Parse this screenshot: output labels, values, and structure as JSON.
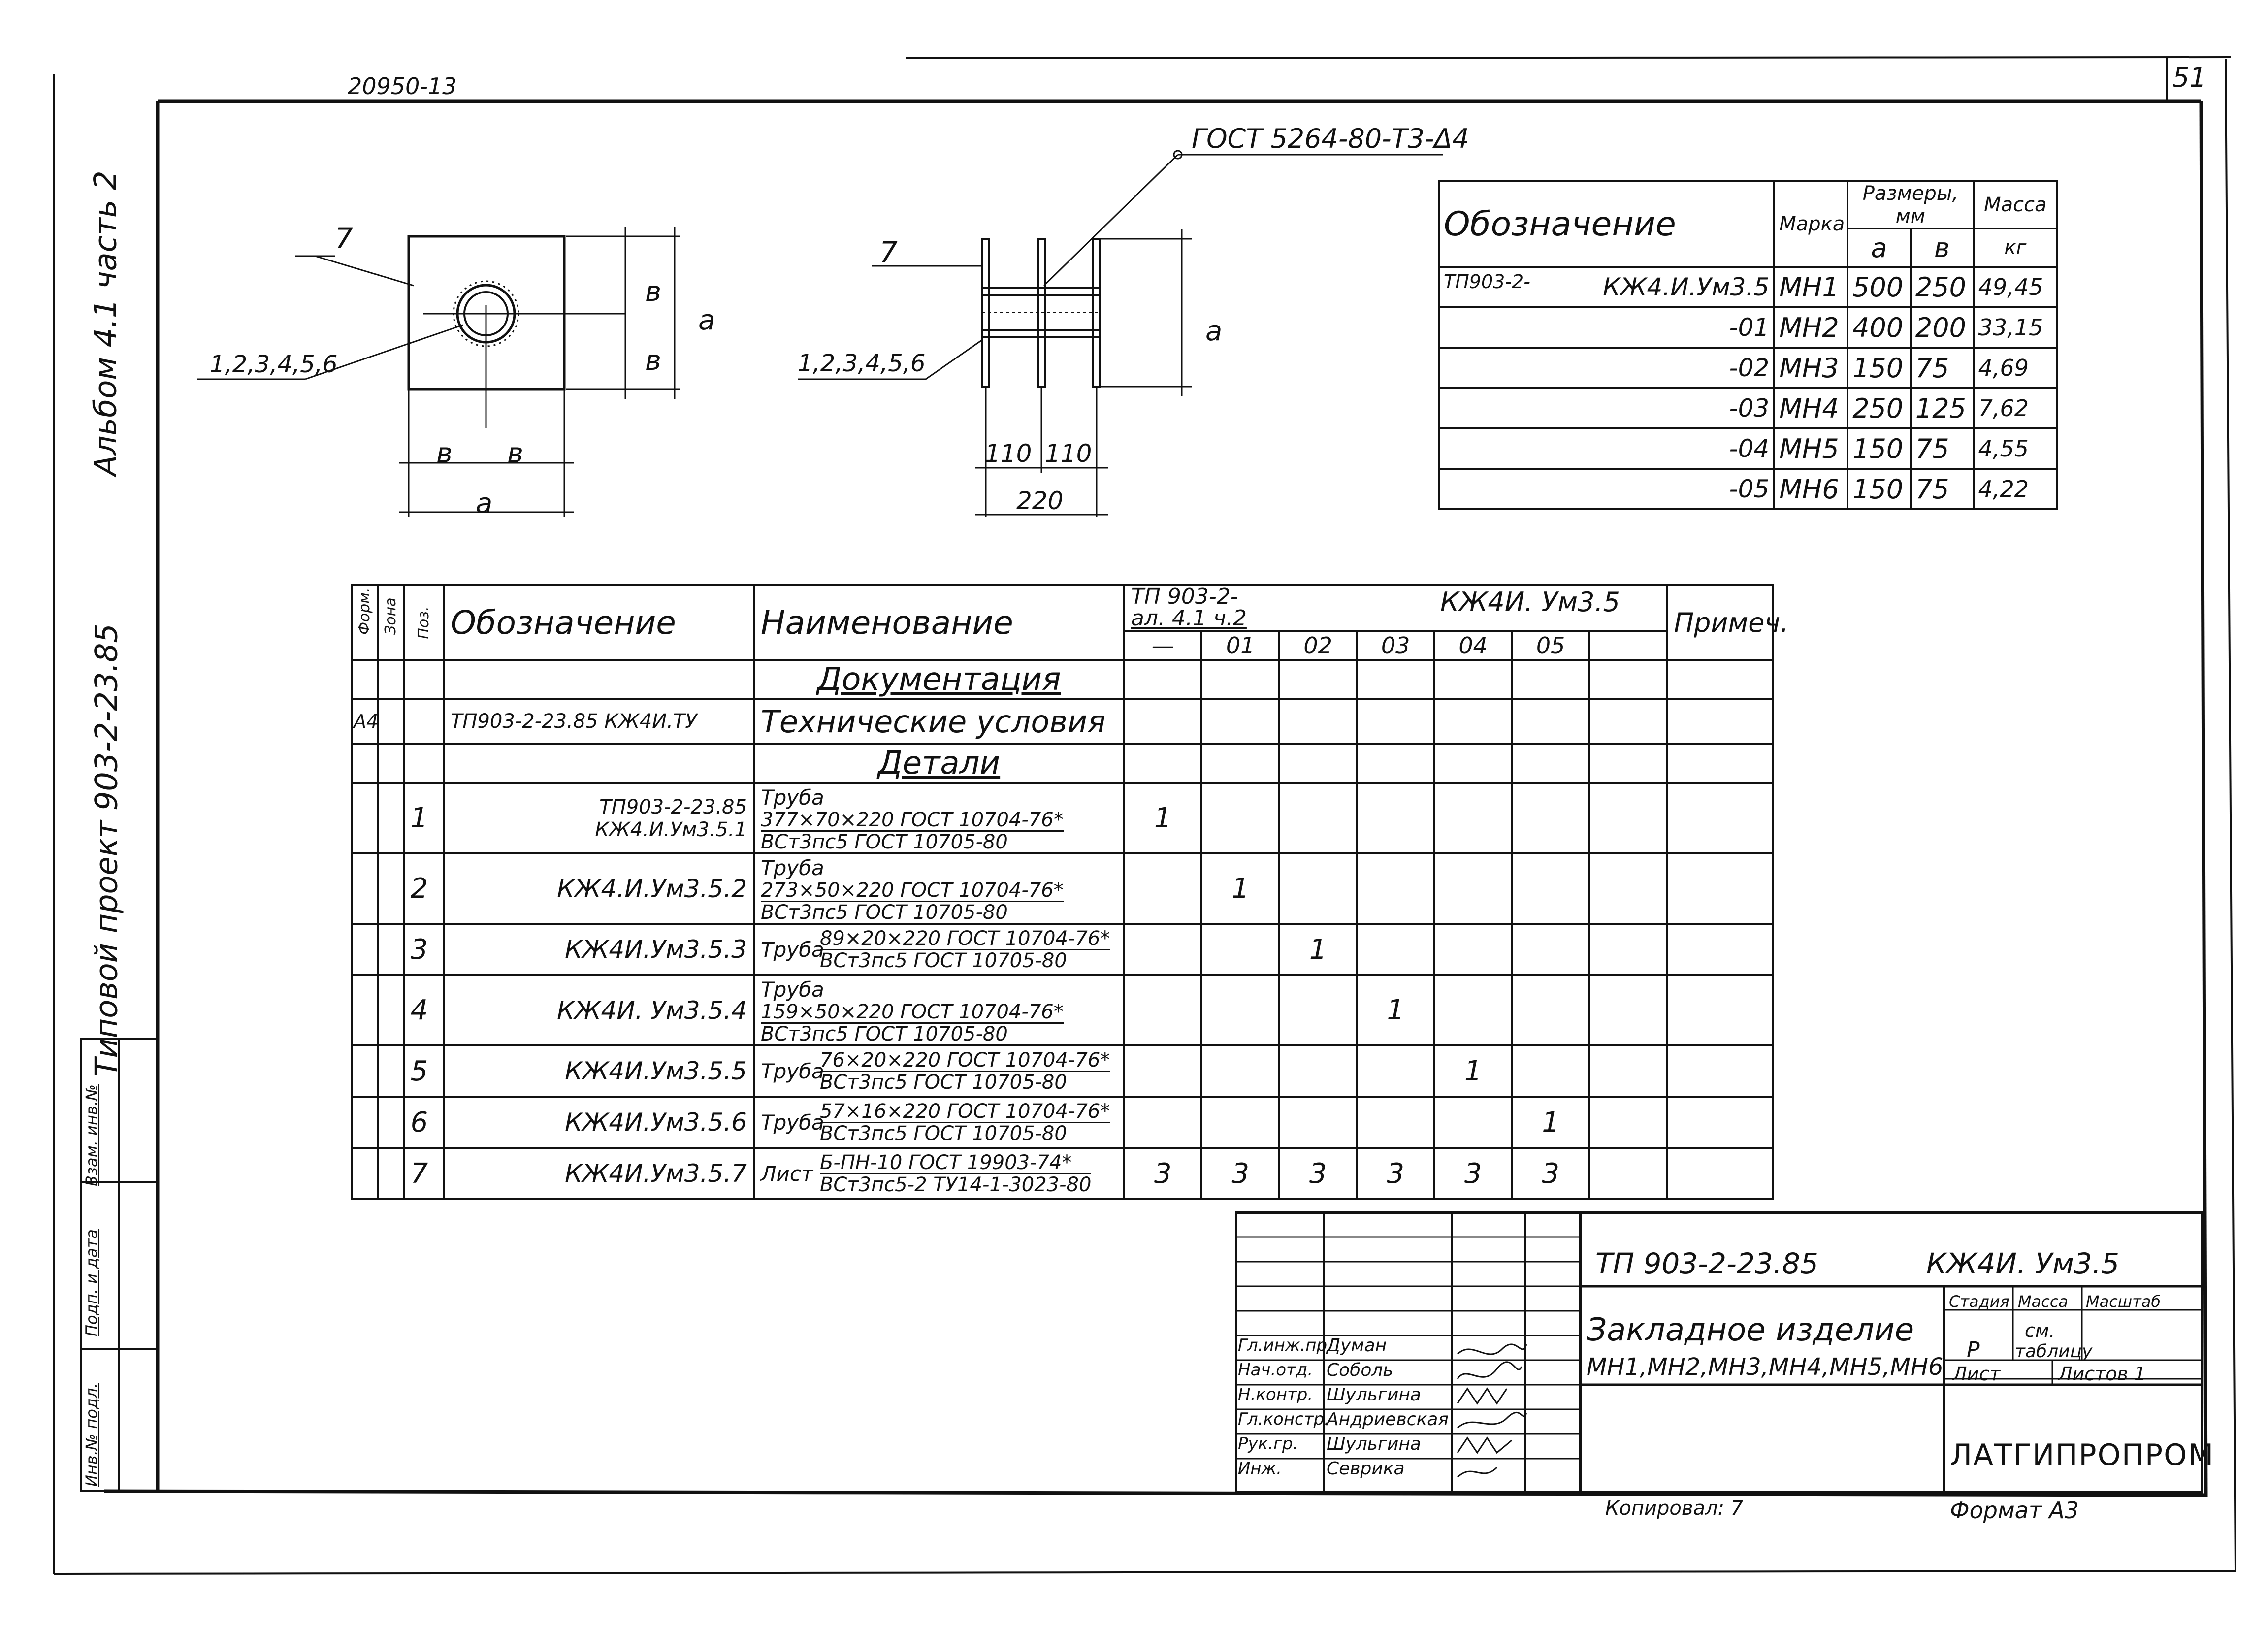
{
  "header": {
    "doc_code": "20950-13",
    "sheet_number": "51"
  },
  "side_stamp": {
    "project": "Типовой проект  903-2-23.85",
    "album": "Альбом 4.1 часть 2",
    "fields": [
      "Инв.№ подл.",
      "Подп. и дата",
      "Взам. инв.№"
    ]
  },
  "drawing": {
    "weld_note": "ГОСТ 5264-80-Т3-Δ4",
    "plan_view": {
      "callout_sheet": "7",
      "callout_parts": "1,2,3,4,5,6",
      "dim_b1": "в",
      "dim_b2": "в",
      "dim_a_bottom": "а",
      "dim_b_side1": "в",
      "dim_b_side2": "в",
      "dim_a_side": "а"
    },
    "section_view": {
      "callout_sheet": "7",
      "callout_parts": "1,2,3,4,5,6",
      "dim_110_left": "110",
      "dim_110_right": "110",
      "dim_220": "220",
      "dim_a": "а"
    }
  },
  "dims_table": {
    "headers": {
      "designation": "Обозначение",
      "mark": "Марка",
      "sizes": "Размеры, мм",
      "a": "а",
      "b": "в",
      "mass": "Масса",
      "mass_unit": "кг"
    },
    "rows": [
      {
        "prefix": "ТП903-2-",
        "designation": "КЖ4.И.Ум3.5",
        "mark": "МН1",
        "a": "500",
        "b": "250",
        "mass": "49,45"
      },
      {
        "prefix": "",
        "designation": "-01",
        "mark": "МН2",
        "a": "400",
        "b": "200",
        "mass": "33,15"
      },
      {
        "prefix": "",
        "designation": "-02",
        "mark": "МН3",
        "a": "150",
        "b": "75",
        "mass": "4,69"
      },
      {
        "prefix": "",
        "designation": "-03",
        "mark": "МН4",
        "a": "250",
        "b": "125",
        "mass": "7,62"
      },
      {
        "prefix": "",
        "designation": "-04",
        "mark": "МН5",
        "a": "150",
        "b": "75",
        "mass": "4,55"
      },
      {
        "prefix": "",
        "designation": "-05",
        "mark": "МН6",
        "a": "150",
        "b": "75",
        "mass": "4,22"
      }
    ]
  },
  "spec_table": {
    "headers": {
      "format": "Форм.",
      "zone": "Зона",
      "pos": "Поз.",
      "designation": "Обозначение",
      "name": "Наименование",
      "group_line1": "ТП 903-2-",
      "group_line2": "ал. 4.1 ч.2",
      "group_doc": "КЖ4И. Ум3.5",
      "variants": [
        "—",
        "01",
        "02",
        "03",
        "04",
        "05"
      ],
      "note": "Примеч."
    },
    "section_docs": "Документация",
    "doc_row": {
      "format": "А4",
      "designation": "ТП903-2-23.85  КЖ4И.ТУ",
      "name": "Технические условия"
    },
    "section_parts": "Детали",
    "rows": [
      {
        "pos": "1",
        "designation": "ТП903-2-23.85 КЖ4.И.Ум3.5.1",
        "type": "Труба",
        "spec_top": "377×70×220 ГОСТ 10704-76*",
        "spec_bottom": "ВСт3пс5 ГОСТ 10705-80",
        "q": [
          "1",
          "",
          "",
          "",
          "",
          ""
        ]
      },
      {
        "pos": "2",
        "designation": "КЖ4.И.Ум3.5.2",
        "type": "Труба",
        "spec_top": "273×50×220 ГОСТ 10704-76*",
        "spec_bottom": "ВСт3пс5 ГОСТ 10705-80",
        "q": [
          "",
          "1",
          "",
          "",
          "",
          ""
        ]
      },
      {
        "pos": "3",
        "designation": "КЖ4И.Ум3.5.3",
        "type": "Труба",
        "spec_top": "89×20×220 ГОСТ 10704-76*",
        "spec_bottom": "ВСт3пс5 ГОСТ 10705-80",
        "q": [
          "",
          "",
          "1",
          "",
          "",
          ""
        ]
      },
      {
        "pos": "4",
        "designation": "КЖ4И. Ум3.5.4",
        "type": "Труба",
        "spec_top": "159×50×220 ГОСТ 10704-76*",
        "spec_bottom": "ВСт3пс5 ГОСТ 10705-80",
        "q": [
          "",
          "",
          "",
          "1",
          "",
          ""
        ]
      },
      {
        "pos": "5",
        "designation": "КЖ4И.Ум3.5.5",
        "type": "Труба",
        "spec_top": "76×20×220 ГОСТ 10704-76*",
        "spec_bottom": "ВСт3пс5 ГОСТ 10705-80",
        "q": [
          "",
          "",
          "",
          "",
          "1",
          ""
        ]
      },
      {
        "pos": "6",
        "designation": "КЖ4И.Ум3.5.6",
        "type": "Труба",
        "spec_top": "57×16×220 ГОСТ 10704-76*",
        "spec_bottom": "ВСт3пс5 ГОСТ 10705-80",
        "q": [
          "",
          "",
          "",
          "",
          "",
          "1"
        ]
      },
      {
        "pos": "7",
        "designation": "КЖ4И.Ум3.5.7",
        "type": "Лист",
        "spec_top": "Б-ПН-10 ГОСТ 19903-74*",
        "spec_bottom": "ВСт3пс5-2 ТУ14-1-3023-80",
        "q": [
          "3",
          "3",
          "3",
          "3",
          "3",
          "3"
        ]
      }
    ]
  },
  "title_block": {
    "project_code": "ТП 903-2-23.85",
    "doc_code": "КЖ4И. Ум3.5",
    "title_line1": "Закладное изделие",
    "title_line2": "МН1,МН2,МН3,МН4,МН5,МН6",
    "stage_label": "Стадия",
    "mass_label": "Масса",
    "scale_label": "Масштаб",
    "stage_value": "Р",
    "mass_value_line1": "см.",
    "mass_value_line2": "таблицу",
    "sheet_label": "Лист",
    "sheets_label": "Листов 1",
    "organization": "ЛАТГИПРОПРОМ",
    "signatures": [
      {
        "role": "Гл.инж.пр.",
        "name": "Думан"
      },
      {
        "role": "Нач.отд.",
        "name": "Соболь"
      },
      {
        "role": "Н.контр.",
        "name": "Шульгина"
      },
      {
        "role": "Гл.констр.",
        "name": "Андриевская"
      },
      {
        "role": "Рук.гр.",
        "name": "Шульгина"
      },
      {
        "role": "Инж.",
        "name": "Севрика"
      }
    ]
  },
  "footer": {
    "copied": "Копировал: 7",
    "format": "Формат А3"
  }
}
